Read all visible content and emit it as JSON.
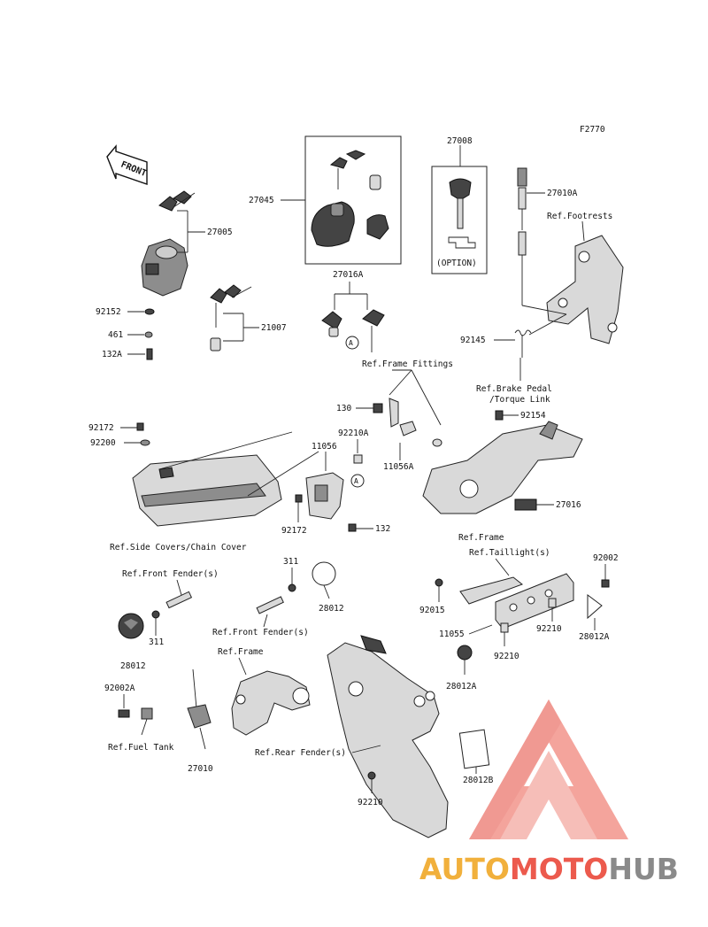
{
  "figure_code": "F2770",
  "front_label": "FRONT",
  "labels": {
    "l27008": "27008",
    "l27045": "27045",
    "l27005": "27005",
    "l27010A": "27010A",
    "ref_footrests": "Ref.Footrests",
    "option": "(OPTION)",
    "l27016A": "27016A",
    "l92152": "92152",
    "l461": "461",
    "l132A": "132A",
    "l21007": "21007",
    "l92145": "92145",
    "ref_frame_fittings": "Ref.Frame Fittings",
    "ref_brake_pedal": "Ref.Brake Pedal",
    "torque_link": "/Torque Link",
    "l130": "130",
    "l92154": "92154",
    "l92172a": "92172",
    "l92200": "92200",
    "l92210A": "92210A",
    "l11056": "11056",
    "l11056A": "11056A",
    "circleA1": "A",
    "circleA2": "A",
    "l92172b": "92172",
    "l132": "132",
    "l27016": "27016",
    "ref_side_covers": "Ref.Side Covers/Chain Cover",
    "ref_frame1": "Ref.Frame",
    "ref_taillight": "Ref.Taillight(s)",
    "l92002": "92002",
    "l311a": "311",
    "ref_front_fender1": "Ref.Front Fender(s)",
    "l28012a": "28012",
    "l92015": "92015",
    "l92210a": "92210",
    "l28012A1": "28012A",
    "l11055": "11055",
    "l92210b": "92210",
    "l311b": "311",
    "ref_front_fender2": "Ref.Front Fender(s)",
    "l28012b": "28012",
    "l28012A2": "28012A",
    "ref_frame2": "Ref.Frame",
    "l92002A": "92002A",
    "ref_fuel_tank": "Ref.Fuel Tank",
    "ref_rear_fender": "Ref.Rear Fender(s)",
    "l27010": "27010",
    "l28012B": "28012B",
    "l92210c": "92210"
  },
  "watermark": {
    "part1": "AUTO",
    "part2": "MOTO",
    "part3": "HUB",
    "color_auto": "#f1b03c",
    "color_moto": "#ec5a4d",
    "color_hub": "#8a8a8a"
  }
}
